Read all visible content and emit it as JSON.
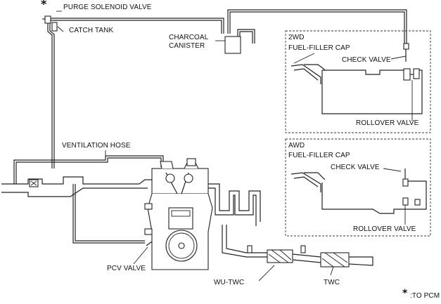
{
  "labels": {
    "purge_solenoid_valve": "PURGE SOLENOID VALVE",
    "catch_tank": "CATCH TANK",
    "charcoal_canister_line1": "CHARCOAL",
    "charcoal_canister_line2": "CANISTER",
    "ventilation_hose": "VENTILATION HOSE",
    "pcv_valve": "PCV VALVE",
    "wu_twc": "WU-TWC",
    "twc": "TWC",
    "to_pcm": ":TO PCM",
    "asterisk": "*"
  },
  "panels": {
    "twd": {
      "title": "2WD",
      "fuel_filler_cap": "FUEL-FILLER CAP",
      "check_valve": "CHECK VALVE",
      "rollover_valve": "ROLLOVER VALVE"
    },
    "awd": {
      "title": "AWD",
      "fuel_filler_cap": "FUEL-FILLER CAP",
      "check_valve": "CHECK VALVE",
      "rollover_valve": "ROLLOVER VALVE"
    }
  }
}
